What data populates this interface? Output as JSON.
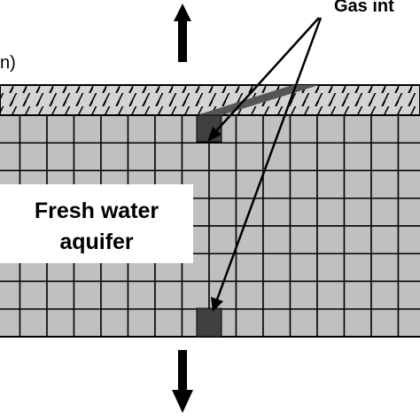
{
  "labels": {
    "gas_intrusion": "Gas int",
    "partial_paren": "n)",
    "aquifer_line1": "Fresh water",
    "aquifer_line2": "aquifer"
  },
  "colors": {
    "cell_fill": "#c0c0c0",
    "cell_stroke": "#000000",
    "cap_fill": "#d4d4d4",
    "gas_cell_fill": "#404040",
    "gas_strip_fill": "#555555",
    "arrow_color": "#000000",
    "label_box_fill": "#ffffff"
  },
  "icons": {
    "top_arrow": "arrow-up-icon",
    "bottom_arrow": "arrow-down-icon"
  }
}
